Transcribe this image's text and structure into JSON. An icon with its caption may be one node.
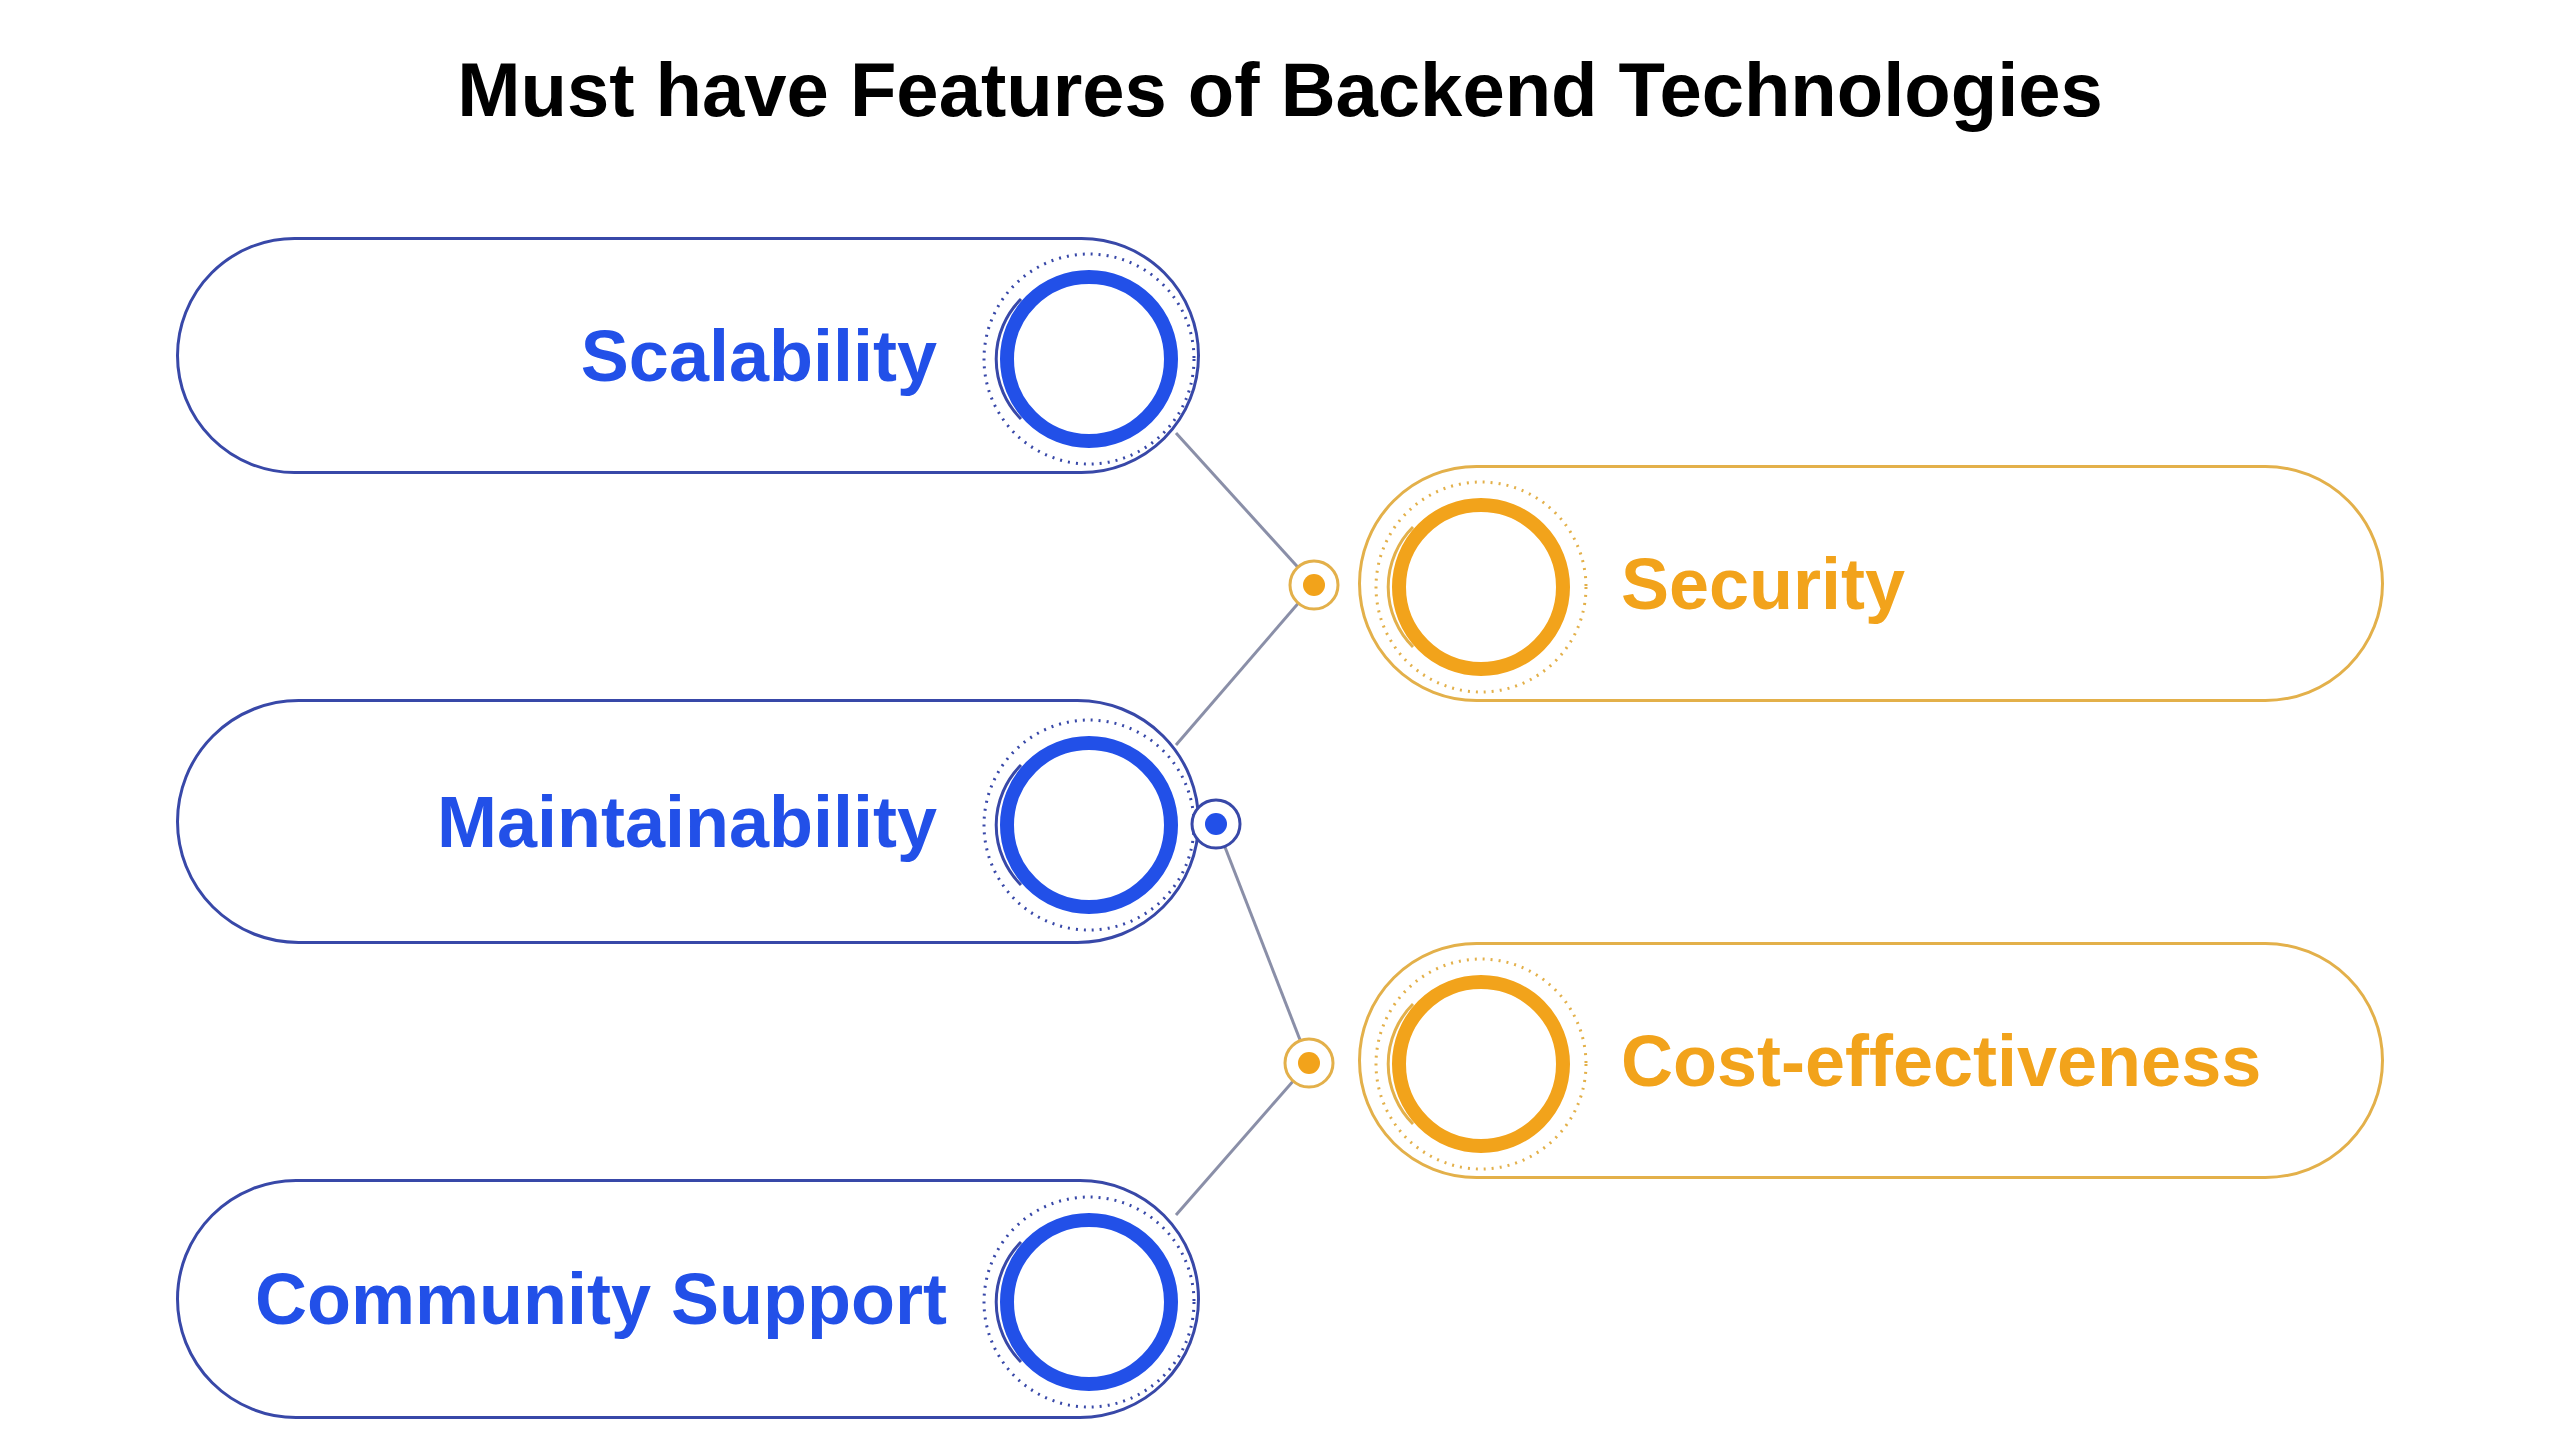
{
  "diagram": {
    "title": "Must have Features of Backend Technologies",
    "nodes": [
      {
        "text": [
          "Scalability"
        ]
      },
      {
        "text": [
          "Security"
        ]
      },
      {
        "text": [
          "Maintainability"
        ]
      },
      {
        "text": [
          "Cost-effectiveness"
        ]
      },
      {
        "text": [
          "Community Support"
        ]
      }
    ],
    "edges": [
      {
        "from": 0,
        "to": 1,
        "arrow": "none"
      },
      {
        "from": 2,
        "to": 1,
        "arrow": "none"
      },
      {
        "from": 2,
        "to": 3,
        "arrow": "none"
      },
      {
        "from": 4,
        "to": 3,
        "arrow": "none"
      }
    ]
  }
}
